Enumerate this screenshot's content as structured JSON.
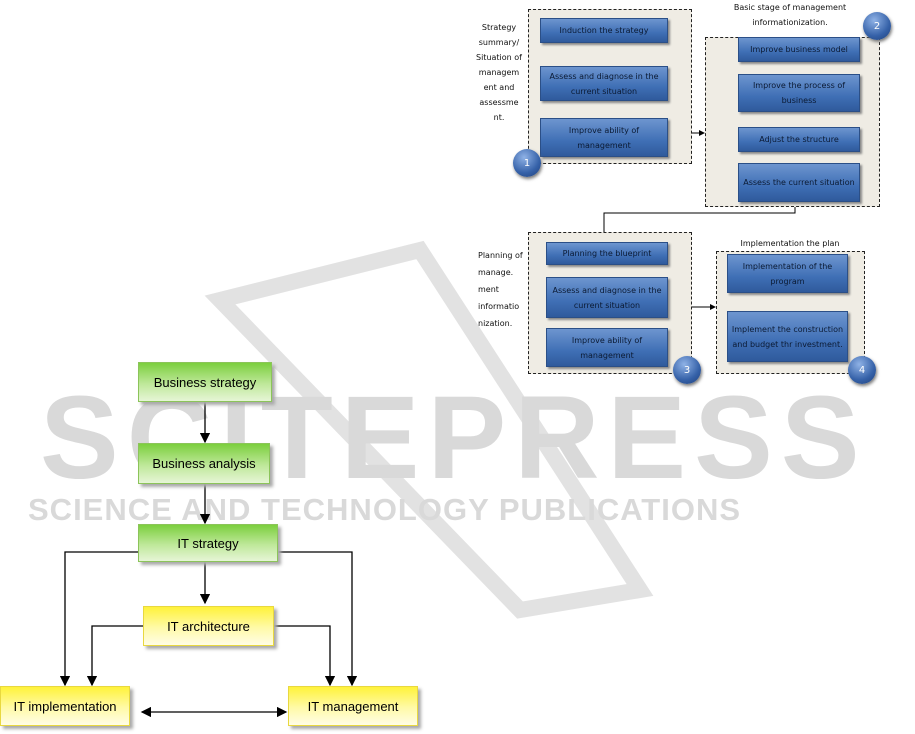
{
  "watermark": {
    "main": "SCITEPRESS",
    "sub": "SCIENCE AND TECHNOLOGY PUBLICATIONS"
  },
  "right_diagram": {
    "stage1": {
      "side_label": "Strategy summary/ Situation of managem ent and assessme nt.",
      "number": "1",
      "boxes": [
        "Induction the strategy",
        "Assess and diagnose in the current situation",
        "Improve ability of management"
      ]
    },
    "stage2": {
      "title": "Basic stage of management informationization.",
      "number": "2",
      "boxes": [
        "Improve business model",
        "Improve the process of business",
        "Adjust the structure",
        "Assess the current situation"
      ]
    },
    "stage3": {
      "side_label": "Planning of manage. ment informatio nization.",
      "number": "3",
      "boxes": [
        "Planning the blueprint",
        "Assess and diagnose in the current situation",
        "Improve ability of management"
      ]
    },
    "stage4": {
      "title": "Implementation the plan",
      "number": "4",
      "boxes": [
        "Implementation of the program",
        "Implement the construction and budget thr investment."
      ]
    }
  },
  "left_diagram": {
    "business_strategy": "Business strategy",
    "business_analysis": "Business analysis",
    "it_strategy": "IT strategy",
    "it_architecture": "IT architecture",
    "it_implementation": "IT implementation",
    "it_management": "IT management"
  }
}
